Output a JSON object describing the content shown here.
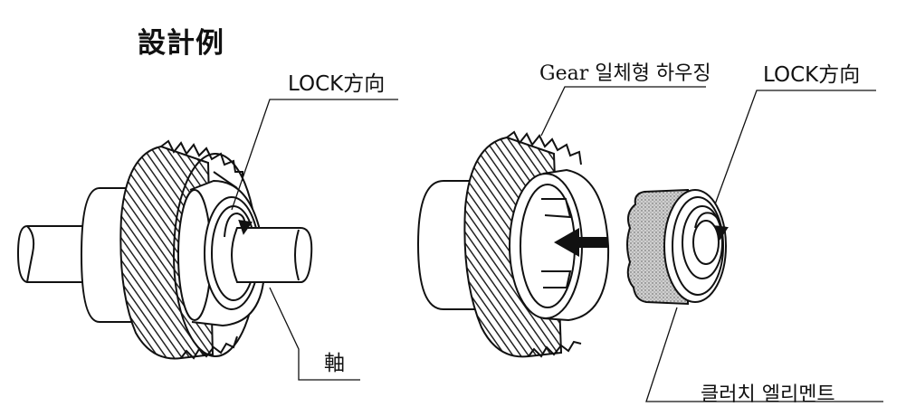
{
  "title": "設計例",
  "labels": {
    "lock_direction_left": "LOCK方向",
    "gear_housing": "Gear 일체형 하우징",
    "lock_direction_right": "LOCK方向",
    "shaft": "軸",
    "clutch_element": "클러치 엘리멘트"
  },
  "colors": {
    "ink": "#111111",
    "paper": "#ffffff",
    "hatch": "#222222",
    "stipple": "#bbbbbb"
  }
}
